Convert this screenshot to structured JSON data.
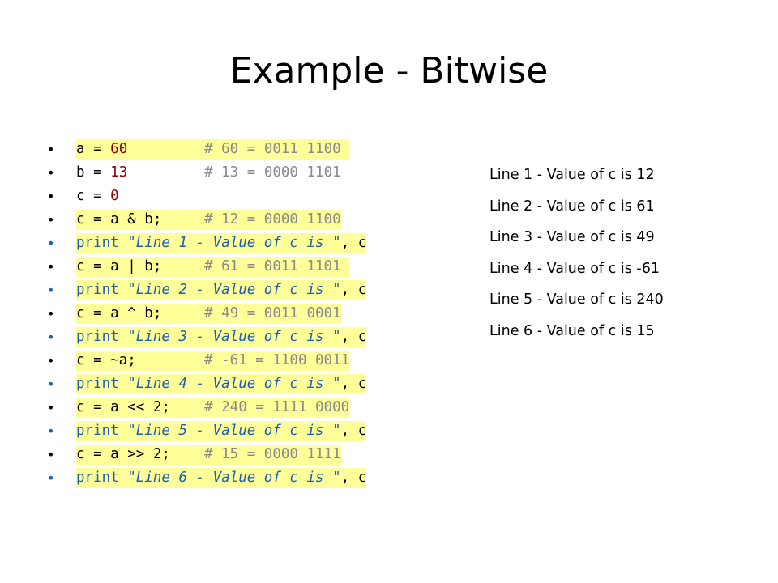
{
  "slide": {
    "title": "Example - Bitwise"
  },
  "code_lines": [
    {
      "bullet_color": "black",
      "highlight": true,
      "code": "a = ",
      "value": "60",
      "comment": "# 60 = 0011 1100 "
    },
    {
      "bullet_color": "black",
      "highlight": false,
      "code": "b = ",
      "value": "13",
      "comment": "# 13 = 0000 1101"
    },
    {
      "bullet_color": "black",
      "highlight": false,
      "code": "c = ",
      "value": "0",
      "comment": ""
    },
    {
      "bullet_color": "black",
      "highlight": true,
      "code": "c = a & b;     ",
      "value": "",
      "comment": "# 12 = 0000 1100"
    },
    {
      "bullet_color": "blue",
      "highlight": true,
      "keyword": "print",
      "string": " \"Line 1 - Value of c is \"",
      "rest": ", c"
    },
    {
      "bullet_color": "black",
      "highlight": true,
      "code": "c = a | b;     ",
      "value": "",
      "comment": "# 61 = 0011 1101 "
    },
    {
      "bullet_color": "blue",
      "highlight": true,
      "keyword": "print",
      "string": " \"Line 2 - Value of c is \"",
      "rest": ", c"
    },
    {
      "bullet_color": "black",
      "highlight": true,
      "code": "c = a ^ b;     ",
      "value": "",
      "comment": "# 49 = 0011 0001"
    },
    {
      "bullet_color": "blue",
      "highlight": true,
      "keyword": "print",
      "string": " \"Line 3 - Value of c is \"",
      "rest": ", c"
    },
    {
      "bullet_color": "black",
      "highlight": true,
      "code": "c = ~a;        ",
      "value": "",
      "comment": "# -61 = 1100 0011"
    },
    {
      "bullet_color": "blue",
      "highlight": true,
      "keyword": "print",
      "string": " \"Line 4 - Value of c is \"",
      "rest": ", c"
    },
    {
      "bullet_color": "black",
      "highlight": true,
      "code": "c = a << 2;    ",
      "value": "",
      "comment": "# 240 = 1111 0000"
    },
    {
      "bullet_color": "blue",
      "highlight": true,
      "keyword": "print",
      "string": " \"Line 5 - Value of c is \"",
      "rest": ", c"
    },
    {
      "bullet_color": "black",
      "highlight": true,
      "code": "c = a >> 2;    ",
      "value": "",
      "comment": "# 15 = 0000 1111"
    },
    {
      "bullet_color": "blue",
      "highlight": true,
      "keyword": "print",
      "string": " \"Line 6 - Value of c is \"",
      "rest": ", c"
    }
  ],
  "output_lines": [
    "Line 1 - Value of c is  12",
    "Line 2 - Value of c is  61",
    "Line 3 - Value of c is  49",
    "Line 4 - Value of c is  -61",
    "Line 5 - Value of c is  240",
    "Line 6 - Value of c is  15"
  ],
  "colors": {
    "highlight": "#ffff99",
    "keyword": "#1f5fb3",
    "number": "#8b0000",
    "comment": "#8a8a8a"
  }
}
